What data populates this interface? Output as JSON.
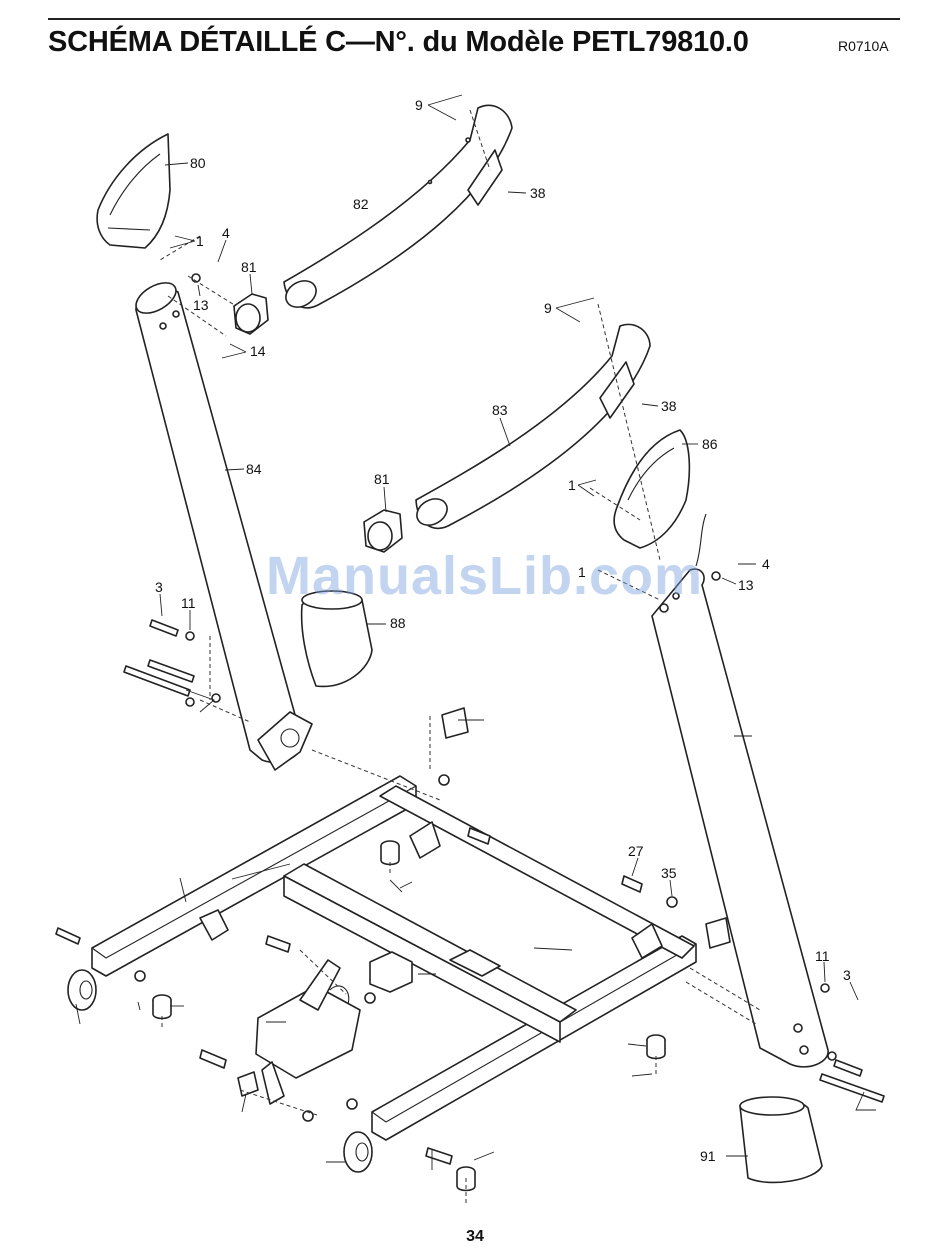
{
  "header": {
    "title": "SCHÉMA DÉTAILLÉ C—N°. du Modèle PETL79810.0",
    "code": "R0710A"
  },
  "watermark": "ManualsLib.com",
  "page_number": "34",
  "part_labels": {
    "p9a": "9",
    "p38a": "38",
    "p80": "80",
    "p82": "82",
    "p1a": "1",
    "p4a": "4",
    "p81a": "81",
    "p13a": "13",
    "p14": "14",
    "p9b": "9",
    "p83": "83",
    "p38b": "38",
    "p86": "86",
    "p84": "84",
    "p81b": "81",
    "p1b": "1",
    "p1c": "1",
    "p4b": "4",
    "p13b": "13",
    "p3a": "3",
    "p11a": "11",
    "p88": "88",
    "p27": "27",
    "p35": "35",
    "p11b": "11",
    "p3b": "3",
    "p91": "91"
  }
}
